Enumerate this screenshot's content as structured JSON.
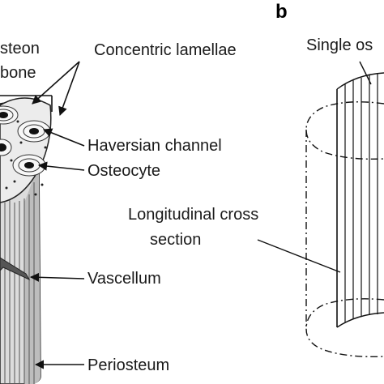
{
  "panel_b": {
    "letter": "b"
  },
  "left_labels": {
    "osteon_fragment": "steon",
    "bone_fragment": "bone",
    "concentric_lamellae": "Concentric lamellae",
    "haversian_channel": "Haversian channel",
    "osteocyte": "Osteocyte",
    "vascellum": "Vascellum",
    "periosteum": "Periosteum"
  },
  "right_labels": {
    "single_osteon_fragment": "Single os",
    "longitudinal_line1": "Longitudinal cross",
    "longitudinal_line2": "section"
  }
}
